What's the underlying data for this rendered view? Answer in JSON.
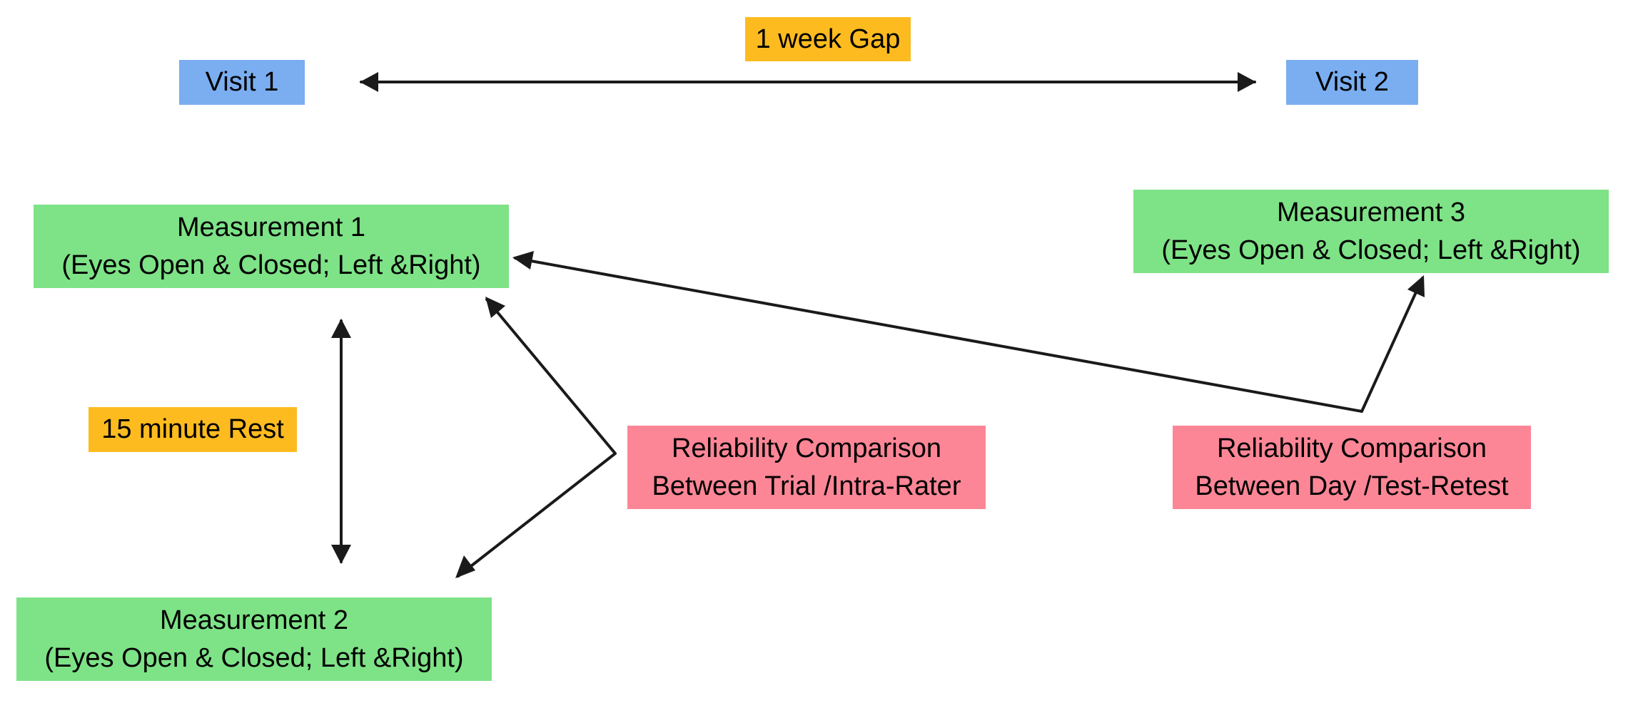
{
  "visits": {
    "visit1": "Visit 1",
    "visit2": "Visit 2"
  },
  "gap_label": "1 week Gap",
  "rest_label": "15 minute Rest",
  "measurements": {
    "m1": {
      "title": "Measurement 1",
      "detail": "(Eyes Open & Closed; Left &Right)"
    },
    "m2": {
      "title": "Measurement 2",
      "detail": "(Eyes Open & Closed; Left &Right)"
    },
    "m3": {
      "title": "Measurement 3",
      "detail": "(Eyes Open & Closed; Left &Right)"
    }
  },
  "comparisons": {
    "intra": {
      "line1": "Reliability Comparison",
      "line2": "Between Trial /Intra-Rater"
    },
    "retest": {
      "line1": "Reliability Comparison",
      "line2": "Between Day /Test-Retest"
    }
  },
  "colors": {
    "visit": "#7aaef0",
    "gap": "#fdbb20",
    "measurement": "#7ee287",
    "comparison": "#fc8696",
    "arrow": "#1a1a1a"
  }
}
